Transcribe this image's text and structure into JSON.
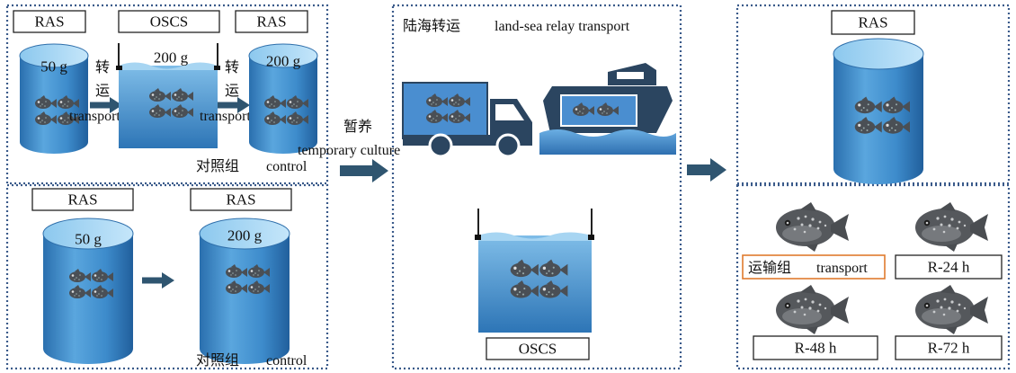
{
  "colors": {
    "water_top": "#a6d4f2",
    "water_body": "#3e8ac7",
    "water_dark": "#1f5e9a",
    "panel_border": "#3a5a8a",
    "arrow": "#2f5570",
    "transport_box_border": "#e07b2e",
    "vehicle": "#2b4560",
    "sea": "#4f93d2"
  },
  "icons": {
    "fish": "pufferfish-icon",
    "truck": "truck-icon",
    "ship": "ship-icon",
    "arrow": "right-arrow-icon"
  },
  "left_top": {
    "ras1_label": "RAS",
    "oscs_label": "OSCS",
    "ras2_label": "RAS",
    "weight_small": "50 g",
    "weight_oscs": "200 g",
    "weight_ras2": "200 g",
    "transfer_cn_1": "转",
    "transfer_cn_2": "运",
    "transfer_en": "transport",
    "transfer2_cn_1": "转",
    "transfer2_cn_2": "运",
    "transfer2_en": "transport",
    "group_cn": "对照组",
    "group_en": "control"
  },
  "left_bottom": {
    "ras1_label": "RAS",
    "ras2_label": "RAS",
    "weight_small": "50 g",
    "weight_large": "200 g",
    "group_cn": "对照组",
    "group_en": "control"
  },
  "middle_arrow": {
    "cn": "暂养",
    "en": "temporary culture"
  },
  "middle": {
    "title_cn": "陆海转运",
    "title_en": "land-sea relay transport",
    "oscs_label": "OSCS"
  },
  "right_top": {
    "ras_label": "RAS"
  },
  "right_bottom": {
    "transport_cn": "运输组",
    "transport_en": "transport",
    "r24": "R-24 h",
    "r48": "R-48 h",
    "r72": "R-72 h"
  }
}
